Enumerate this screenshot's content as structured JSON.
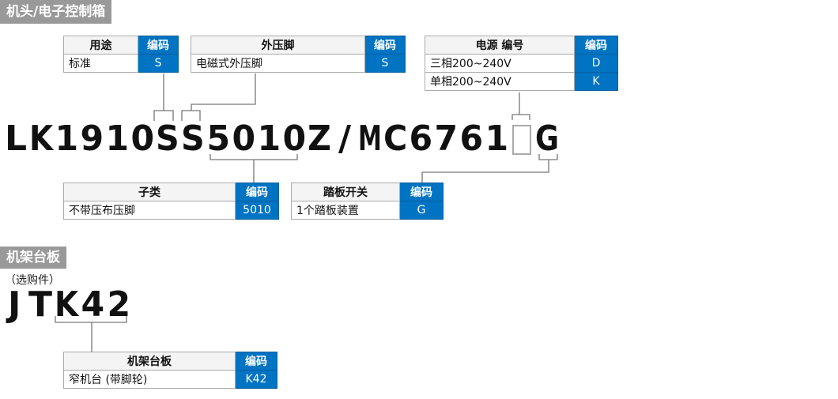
{
  "section1": "机头/电子控制箱",
  "code_label": "编码",
  "table_usage": {
    "header": "用途",
    "rows": [
      {
        "label": "标准",
        "code": "S"
      }
    ]
  },
  "table_presser": {
    "header": "外压脚",
    "rows": [
      {
        "label": "电磁式外压脚",
        "code": "S"
      }
    ]
  },
  "table_power": {
    "header": "电源 编号",
    "rows": [
      {
        "label": "三相200~240V",
        "code": "D"
      },
      {
        "label": "单相200~240V",
        "code": "K"
      }
    ]
  },
  "table_subclass": {
    "header": "子类",
    "rows": [
      {
        "label": "不带压布压脚",
        "code": "5010"
      }
    ]
  },
  "table_pedal": {
    "header": "踏板开关",
    "rows": [
      {
        "label": "1个踏板装置",
        "code": "G"
      }
    ]
  },
  "model_code": [
    "L",
    "K",
    "1",
    "9",
    "1",
    "0",
    "S",
    "S",
    "5",
    "0",
    "1",
    "0",
    "Z",
    "/",
    "M",
    "C",
    "6",
    "7",
    "6",
    "1",
    "",
    "G"
  ],
  "section2": "机架台板",
  "section2_note": "（选购件）",
  "stand_code": [
    "J",
    "T",
    "K",
    "4",
    "2"
  ],
  "table_stand": {
    "header": "机架台板",
    "rows": [
      {
        "label": "窄机台 (带脚轮)",
        "code": "K42"
      }
    ]
  }
}
